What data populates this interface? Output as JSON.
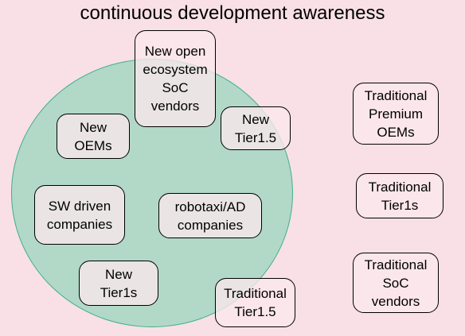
{
  "title": "continuous development awareness",
  "colors": {
    "background": "#f8e0e6",
    "circle_fill": "#b2d8c8",
    "circle_stroke": "#3fb08c"
  },
  "nodes": [
    {
      "id": "new-open-ecosystem-soc-vendors",
      "label": "New open\necosystem\nSoC\nvendors"
    },
    {
      "id": "new-tier1-5",
      "label": "New\nTier1.5"
    },
    {
      "id": "new-oems",
      "label": "New\nOEMs"
    },
    {
      "id": "sw-driven-companies",
      "label": "SW driven\ncompanies"
    },
    {
      "id": "robotaxi-ad-companies",
      "label": "robotaxi/AD\ncompanies"
    },
    {
      "id": "new-tier1s",
      "label": "New\nTier1s"
    },
    {
      "id": "traditional-tier1-5",
      "label": "Traditional\nTier1.5"
    },
    {
      "id": "traditional-premium-oems",
      "label": "Traditional\nPremium\nOEMs"
    },
    {
      "id": "traditional-tier1s",
      "label": "Traditional\nTier1s"
    },
    {
      "id": "traditional-soc-vendors",
      "label": "Traditional\nSoC\nvendors"
    }
  ]
}
